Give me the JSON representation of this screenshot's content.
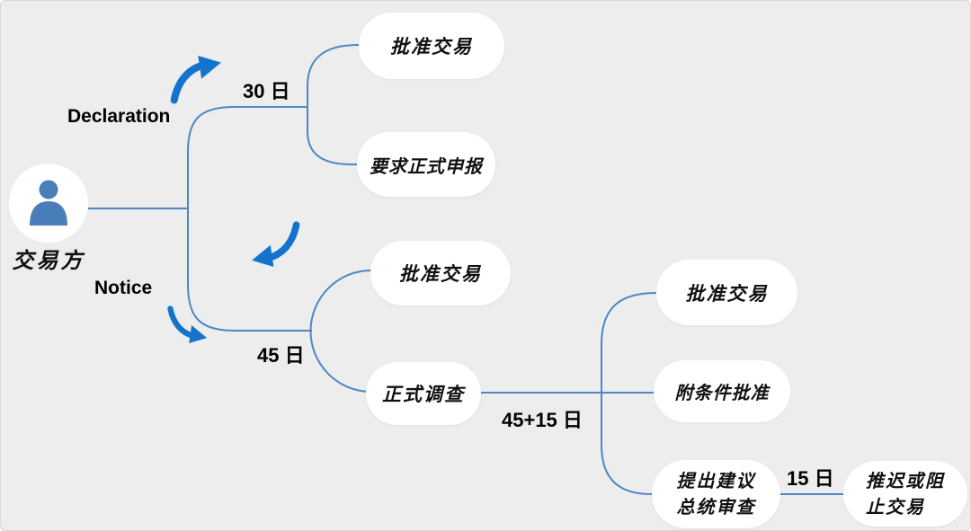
{
  "canvas": {
    "background": "#ededed",
    "line_color": "#4e86c6",
    "arrow_color": "#1474cd",
    "person_color": "#4a7ebb",
    "node_bg": "#ffffff"
  },
  "root": {
    "label": "交易方",
    "icon": "person-icon"
  },
  "labels": {
    "declaration": "Declaration",
    "notice": "Notice",
    "days_30": "30 日",
    "days_45": "45 日",
    "days_45_15": "45+15 日",
    "days_15": "15 日"
  },
  "nodes": {
    "approve_top": "批准交易",
    "require_formal_declaration": "要求正式申报",
    "approve_mid": "批准交易",
    "formal_investigation": "正式调查",
    "approve_right": "批准交易",
    "conditional_approval": "附条件批准",
    "recommend": {
      "line1": "提出建议",
      "line2": "总统审查"
    },
    "block": {
      "line1": "推迟或阻",
      "line2": "止交易"
    }
  }
}
